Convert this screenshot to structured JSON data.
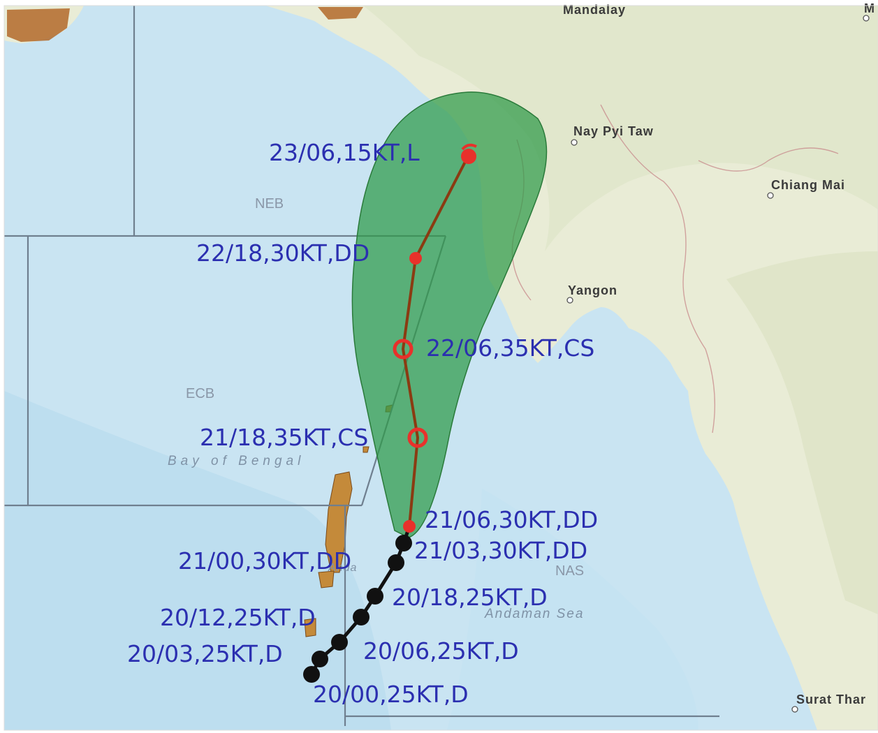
{
  "map": {
    "cities": [
      {
        "id": "mandalay",
        "label": "Mandalay"
      },
      {
        "id": "naypyitaw",
        "label": "Nay Pyi Taw"
      },
      {
        "id": "chiangmai",
        "label": "Chiang Mai"
      },
      {
        "id": "yangon",
        "label": "Yangon"
      },
      {
        "id": "surat",
        "label": "Surat Thar"
      },
      {
        "id": "edge-m",
        "label": "M"
      }
    ],
    "zones": [
      {
        "id": "neb",
        "label": "NEB"
      },
      {
        "id": "ecb",
        "label": "ECB"
      },
      {
        "id": "nas",
        "label": "NAS"
      }
    ],
    "seas": [
      {
        "id": "bay",
        "label": "Bay of Bengal"
      },
      {
        "id": "andaman",
        "label": "Andaman Sea"
      },
      {
        "id": "andaman-island",
        "label": "Anda"
      }
    ],
    "track_points": [
      {
        "label": "20/00,25KT,D",
        "type": "observed"
      },
      {
        "label": "20/03,25KT,D",
        "type": "observed"
      },
      {
        "label": "20/06,25KT,D",
        "type": "observed"
      },
      {
        "label": "20/12,25KT,D",
        "type": "observed"
      },
      {
        "label": "20/18,25KT,D",
        "type": "observed"
      },
      {
        "label": "21/00,30KT,DD",
        "type": "observed"
      },
      {
        "label": "21/03,30KT,DD",
        "type": "observed"
      },
      {
        "label": "21/06,30KT,DD",
        "type": "forecast"
      },
      {
        "label": "21/18,35KT,CS",
        "type": "forecast"
      },
      {
        "label": "22/06,35KT,CS",
        "type": "forecast"
      },
      {
        "label": "22/18,30KT,DD",
        "type": "forecast"
      },
      {
        "label": "23/06,15KT,L",
        "type": "forecast"
      }
    ],
    "colors": {
      "sea": "#c9e4f2",
      "land": "#e9ecd6",
      "cone": "#2e9a48",
      "observed_track": "#111111",
      "forecast_track": "#8a3b12",
      "forecast_point": "#e8312b",
      "label": "#2b2fb0"
    }
  }
}
